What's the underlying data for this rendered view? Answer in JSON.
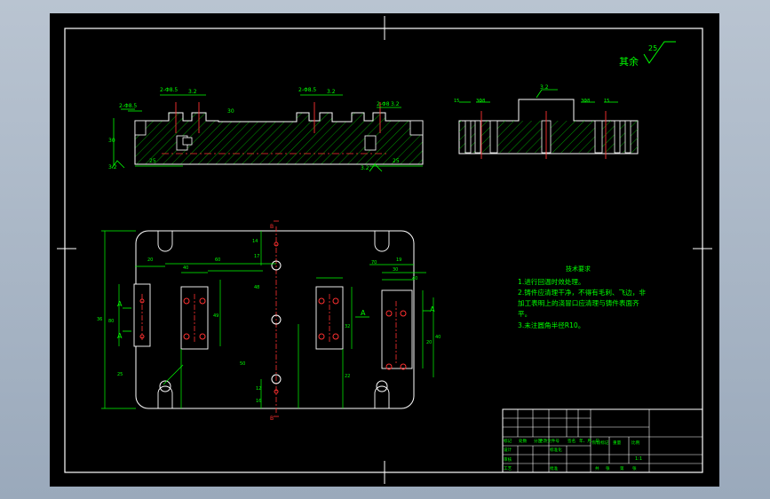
{
  "roughness_rest": {
    "label": "其余",
    "value": "25"
  },
  "section_view": {
    "callouts": [
      "2-Φ8.5",
      "2-Φ8.5",
      "2-Φ8",
      "2-Φ8.5"
    ],
    "roughness": [
      "3.2",
      "3.2",
      "3.2",
      "3.2",
      "3.2",
      "3.2"
    ],
    "dims": [
      "25",
      "30",
      "25",
      "30"
    ]
  },
  "side_view": {
    "roughness": "3.2",
    "labels": [
      "15",
      "3Φ8",
      "3Φ8",
      "15"
    ]
  },
  "plan_view": {
    "section_marks": [
      "A",
      "A",
      "A",
      "A",
      "B",
      "B"
    ],
    "dims": [
      "14",
      "20",
      "60",
      "40",
      "17",
      "70",
      "19",
      "48",
      "30",
      "40",
      "36",
      "80",
      "49",
      "25",
      "50",
      "32",
      "20",
      "22",
      "40",
      "12",
      "16"
    ]
  },
  "tech_requirements": {
    "title": "技术要求",
    "lines": [
      "1.进行回温时效处理。",
      "2.铸件应清理干净，不得有毛刺、飞边，非",
      "加工表明上的浇冒口应清理与铸件表面齐",
      "平。",
      "3.未注圆角半径R10。"
    ]
  },
  "title_block": {
    "row1": [
      "标记",
      "处数",
      "分区",
      "更改文件号",
      "签名",
      "年、月、日"
    ],
    "row2": [
      "设计",
      "标准化"
    ],
    "row3": [
      "审核"
    ],
    "row4": [
      "工艺",
      "批准"
    ],
    "stage": [
      "阶段标记",
      "重量",
      "比例"
    ],
    "scale": "1:1",
    "sheets": [
      "共",
      "张",
      "第",
      "张"
    ]
  }
}
